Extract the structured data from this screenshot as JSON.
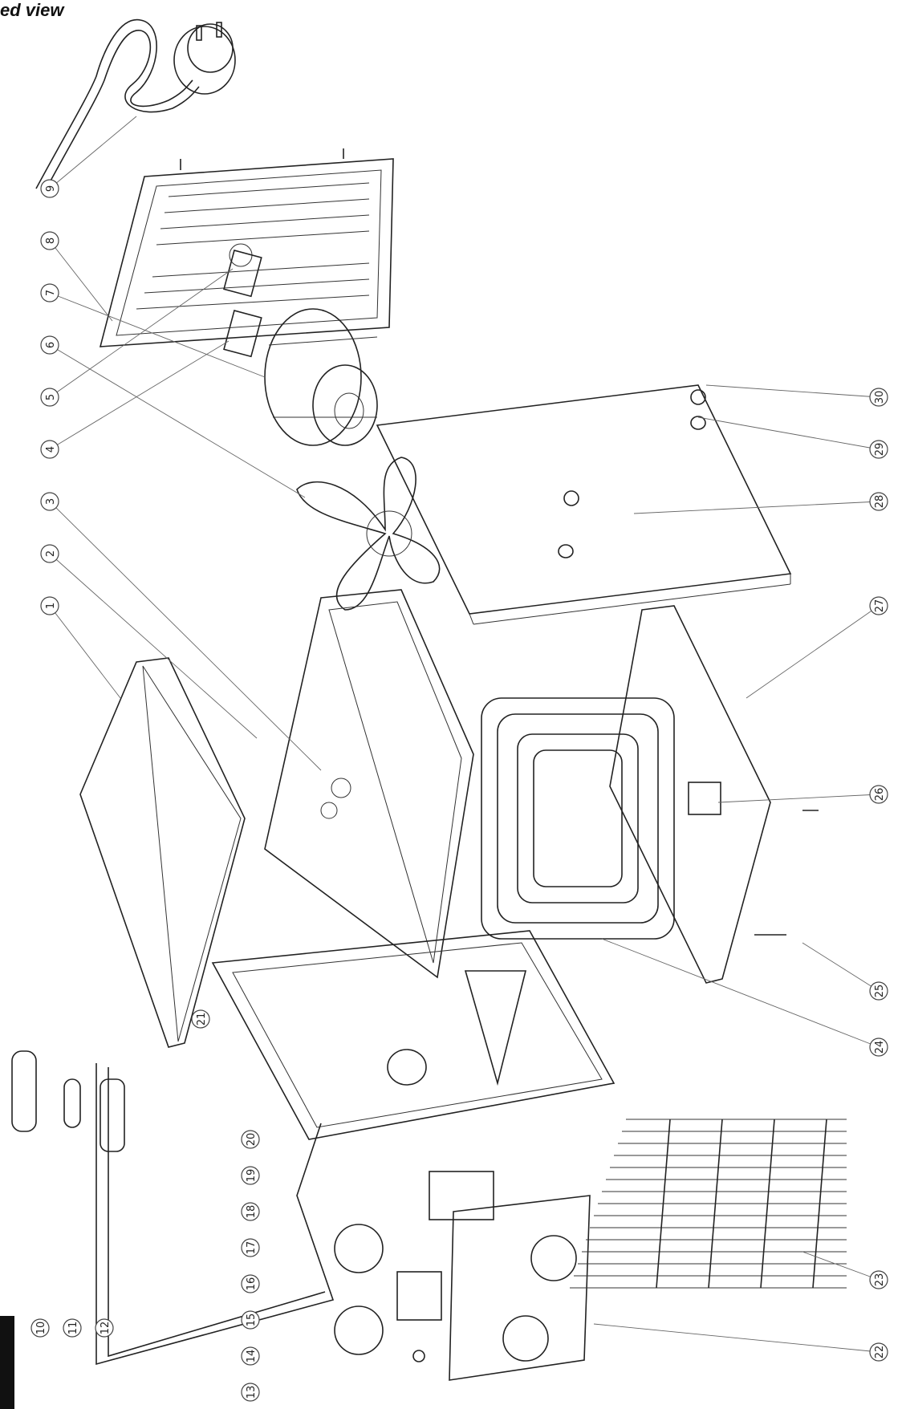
{
  "header": {
    "title": "ed view"
  },
  "callouts": [
    {
      "n": "1"
    },
    {
      "n": "2"
    },
    {
      "n": "3"
    },
    {
      "n": "4"
    },
    {
      "n": "5"
    },
    {
      "n": "6"
    },
    {
      "n": "7"
    },
    {
      "n": "8"
    },
    {
      "n": "9"
    },
    {
      "n": "10"
    },
    {
      "n": "11"
    },
    {
      "n": "12"
    },
    {
      "n": "13"
    },
    {
      "n": "14"
    },
    {
      "n": "15"
    },
    {
      "n": "16"
    },
    {
      "n": "17"
    },
    {
      "n": "18"
    },
    {
      "n": "19"
    },
    {
      "n": "20"
    },
    {
      "n": "21"
    },
    {
      "n": "22"
    },
    {
      "n": "23"
    },
    {
      "n": "24"
    },
    {
      "n": "25"
    },
    {
      "n": "26"
    },
    {
      "n": "27"
    },
    {
      "n": "28"
    },
    {
      "n": "29"
    },
    {
      "n": "30"
    }
  ]
}
